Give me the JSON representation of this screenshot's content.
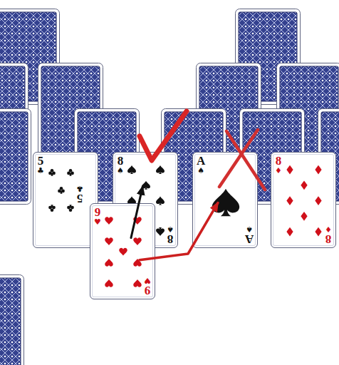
{
  "diagram": {
    "nodes": [
      {
        "text": [
          "5",
          "♣",
          "♣",
          "5"
        ]
      },
      {
        "text": [
          "8",
          "♠",
          "♠",
          "8"
        ]
      },
      {
        "text": [
          "A",
          "♠",
          "♠",
          "A"
        ]
      },
      {
        "text": [
          "8",
          "♦",
          "♦",
          "8"
        ]
      },
      {
        "text": [
          "9",
          "♥",
          "♥",
          "9"
        ]
      }
    ],
    "edges": [
      {
        "from": 4,
        "to": 1,
        "arrow": "to"
      },
      {
        "from": 4,
        "to": 2,
        "arrow": "to"
      }
    ]
  }
}
